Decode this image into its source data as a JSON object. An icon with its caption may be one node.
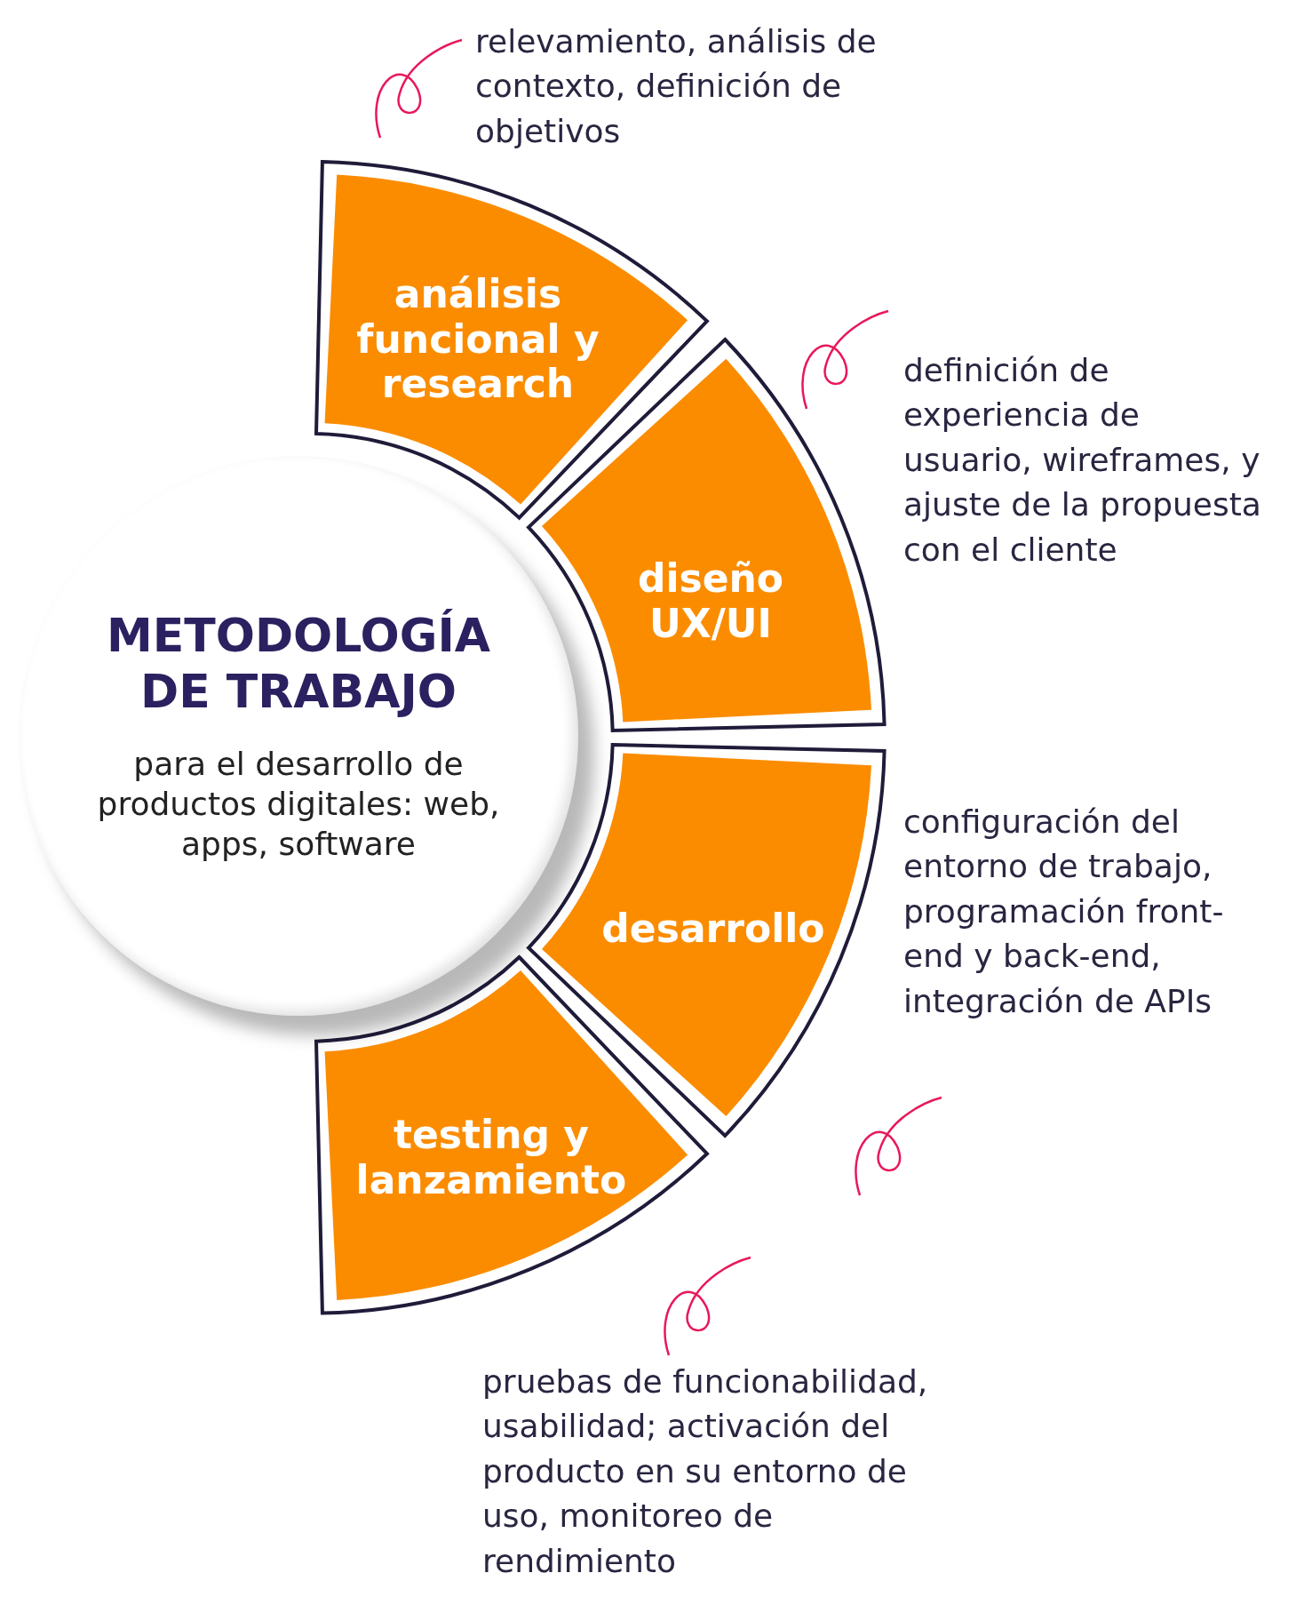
{
  "diagram": {
    "nodes": [
      {
        "text": [
          "METODOLOGÍA DE TRABAJO",
          "para el desarrollo de productos digitales: web, apps, software"
        ]
      },
      {
        "text": [
          "análisis funcional y research"
        ],
        "beside": [
          "relevamiento, análisis de contexto, definición de objetivos"
        ]
      },
      {
        "text": [
          "diseño UX/UI"
        ],
        "beside": [
          "definición de experiencia de usuario, wireframes, y ajuste de la propuesta con el cliente"
        ]
      },
      {
        "text": [
          "desarrollo"
        ],
        "beside": [
          "configuración del entorno de trabajo, programación front-end y back-end, integración de APIs"
        ]
      },
      {
        "text": [
          "testing y lanzamiento"
        ],
        "beside": [
          "pruebas de funcionabilidad, usabilidad; activación del producto en su entorno de uso, monitoreo de rendimiento"
        ]
      }
    ],
    "edges": []
  }
}
